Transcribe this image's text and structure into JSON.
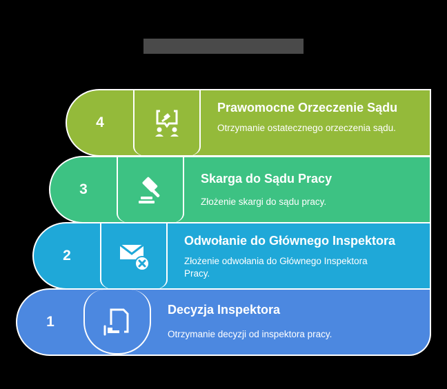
{
  "title": "",
  "steps": [
    {
      "number": "4",
      "heading": "Prawomocne Orzeczenie Sądu",
      "description": "Otrzymanie ostatecznego orzeczenia sądu.",
      "icon": "court-ruling-icon",
      "color": "#94BA3A"
    },
    {
      "number": "3",
      "heading": "Skarga do Sądu Pracy",
      "description": "Złożenie skargi do sądu pracy.",
      "icon": "gavel-icon",
      "color": "#3DC283"
    },
    {
      "number": "2",
      "heading": "Odwołanie do Głównego Inspektora",
      "description": "Złożenie odwołania do Głównego Inspektora Pracy.",
      "icon": "mail-rejected-icon",
      "color": "#1FA8D8"
    },
    {
      "number": "1",
      "heading": "Decyzja Inspektora",
      "description": "Otrzymanie decyzji od inspektora pracy.",
      "icon": "document-hand-icon",
      "color": "#4C88E0"
    }
  ]
}
